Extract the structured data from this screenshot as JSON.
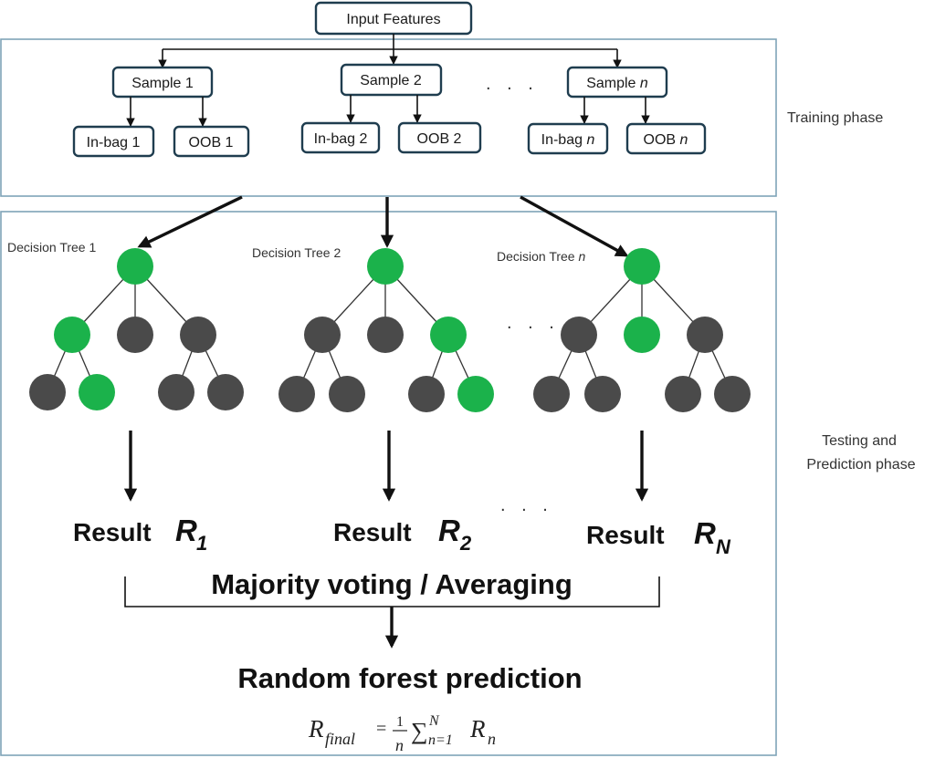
{
  "input": {
    "label": "Input Features"
  },
  "samples": [
    {
      "sample": "Sample 1",
      "inbag": "In-bag 1",
      "oob": "OOB 1"
    },
    {
      "sample": "Sample 2",
      "inbag": "In-bag 2",
      "oob": "OOB 2"
    },
    {
      "sample_prefix": "Sample",
      "inbag_prefix": "In-bag",
      "oob_prefix": "OOB",
      "index": "n"
    }
  ],
  "ellipsis": ". . .",
  "phases": {
    "training": "Training phase",
    "testing_line1": "Testing and",
    "testing_line2": "Prediction phase"
  },
  "trees": [
    {
      "label": "Decision Tree 1"
    },
    {
      "label": "Decision Tree 2"
    },
    {
      "label_prefix": "Decision Tree",
      "index": "n"
    }
  ],
  "results": [
    {
      "word": "Result",
      "var": "R",
      "sub": "1"
    },
    {
      "word": "Result",
      "var": "R",
      "sub": "2"
    },
    {
      "word": "Result",
      "var": "R",
      "sub": "N"
    }
  ],
  "aggregation": "Majority voting / Averaging",
  "prediction": "Random forest prediction",
  "formula": {
    "lhs": "R",
    "lhs_sub": "final",
    "equals": "=",
    "num": "1",
    "den": "n",
    "sum": "∑",
    "sum_sup": "N",
    "sum_sub": "n=1",
    "rhs": "R",
    "rhs_sub": "n"
  },
  "colors": {
    "active_node": "#1bb24b",
    "inactive_node": "#4a4a4a",
    "box_border": "#1f3d4f",
    "frame": "#7fa3b7"
  }
}
